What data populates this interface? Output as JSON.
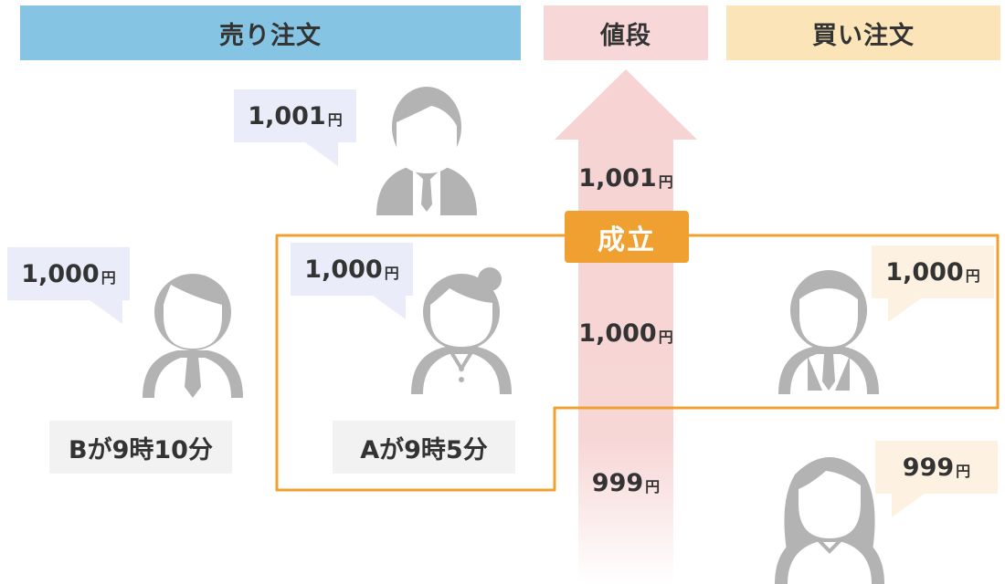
{
  "header": {
    "sell": "売り注文",
    "price": "値段",
    "buy": "買い注文"
  },
  "unit": "円",
  "sell_orders": [
    {
      "price": "1,001"
    },
    {
      "price": "1,000",
      "label": "Bが9時10分"
    },
    {
      "price": "1,000",
      "label": "Aが9時5分"
    }
  ],
  "buy_orders": [
    {
      "price": "1,000"
    },
    {
      "price": "999"
    }
  ],
  "price_levels": [
    "1,001",
    "1,000",
    "999"
  ],
  "match_label": "成立",
  "colors": {
    "sell": "#85c4e3",
    "price": "#f7d7d7",
    "buy": "#fbe4b8",
    "match": "#f0a030",
    "person": "#b3b3b3"
  }
}
